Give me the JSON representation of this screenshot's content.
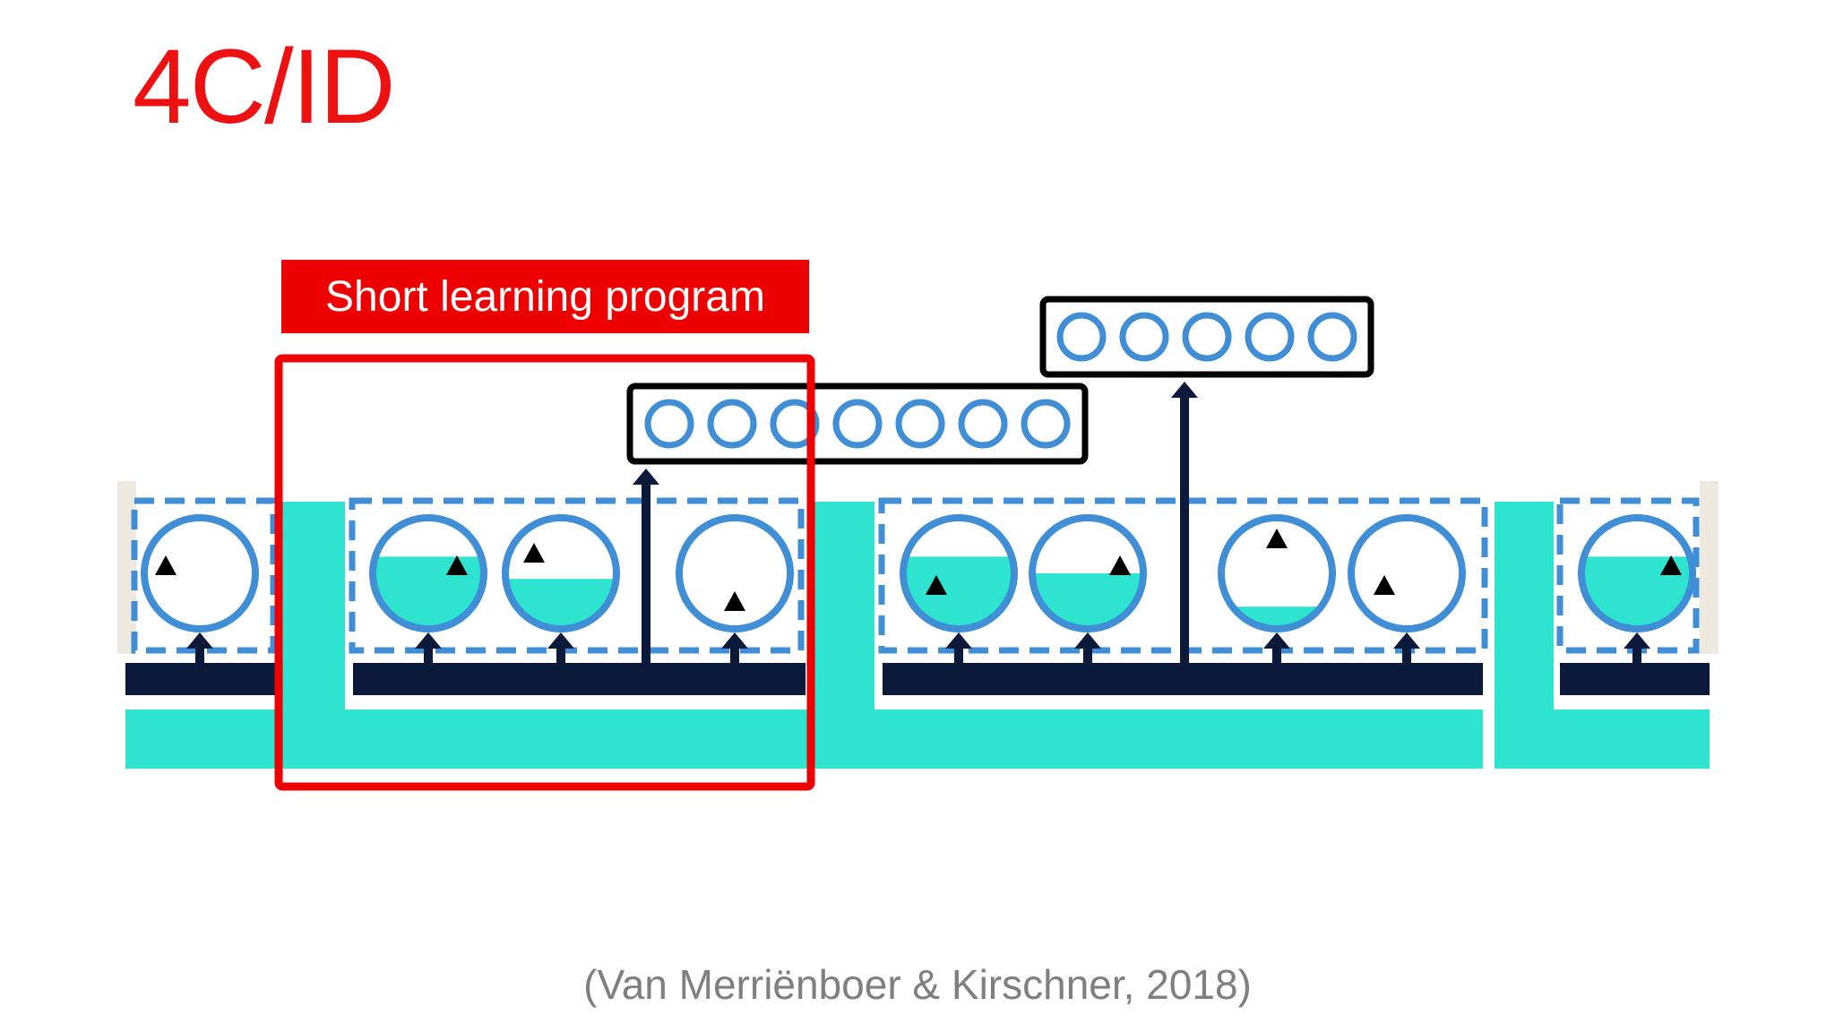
{
  "slide": {
    "title": "4C/ID",
    "callout_label": "Short learning program",
    "citation": "(Van Merriënboer & Kirschner, 2018)"
  },
  "diagram": {
    "task_classes": [
      {
        "tasks": [
          {
            "support_fill": 0
          }
        ],
        "part_task_practice": 0
      },
      {
        "tasks": [
          {
            "support_fill": 0.65
          },
          {
            "support_fill": 0.45
          },
          {
            "support_fill": 0
          }
        ],
        "part_task_practice": 7
      },
      {
        "tasks": [
          {
            "support_fill": 0.65
          },
          {
            "support_fill": 0.5
          },
          {
            "support_fill": 0.2
          },
          {
            "support_fill": 0
          }
        ],
        "part_task_practice": 5
      },
      {
        "tasks": [
          {
            "support_fill": 0.65
          }
        ],
        "part_task_practice": 0
      }
    ],
    "highlighted_task_class": 1,
    "colors": {
      "title": "#ee1111",
      "callout": "#ee0000",
      "support": "#2ee3cf",
      "task_ring": "#3f8ed6",
      "procedural_info": "#0b1a3a",
      "citation": "#7f7f7f"
    }
  }
}
